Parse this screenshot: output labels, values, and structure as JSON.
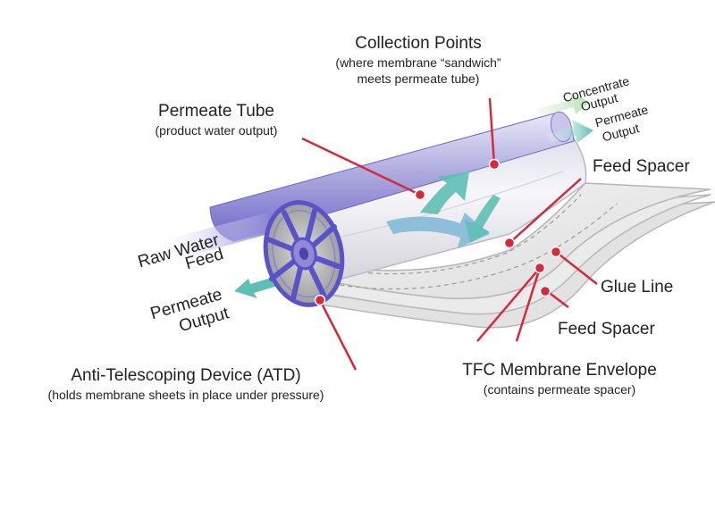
{
  "colors": {
    "callout": "#d42a3c",
    "tube": "#8f89d6",
    "tube_dark": "#5148b8",
    "atd": "#5a52c8",
    "flow_teal": "#5dbfb5",
    "flow_green": "#c6ebc4",
    "sheet": "#eeeeee",
    "sheet_edge": "#bdbdbd",
    "text": "#222222"
  },
  "labels": {
    "collection_points": {
      "title": "Collection Points",
      "line1": "(where membrane “sandwich”",
      "line2": "meets permeate tube)"
    },
    "permeate_tube": {
      "title": "Permeate Tube",
      "subtitle": "(product water output)"
    },
    "concentrate_output": {
      "line1": "Concentrate",
      "line2": "Output"
    },
    "permeate_output_right": {
      "line1": "Permeate",
      "line2": "Output"
    },
    "feed_spacer_top": "Feed Spacer",
    "raw_water_feed": {
      "line1": "Raw Water",
      "line2": "Feed"
    },
    "permeate_output_left": {
      "line1": "Permeate",
      "line2": "Output"
    },
    "glue_line": "Glue Line",
    "feed_spacer_bottom": "Feed Spacer",
    "atd": {
      "title": "Anti-Telescoping Device (ATD)",
      "subtitle": "(holds membrane sheets in place under pressure)"
    },
    "tfc_envelope": {
      "title": "TFC Membrane Envelope",
      "subtitle": "(contains permeate spacer)"
    }
  }
}
